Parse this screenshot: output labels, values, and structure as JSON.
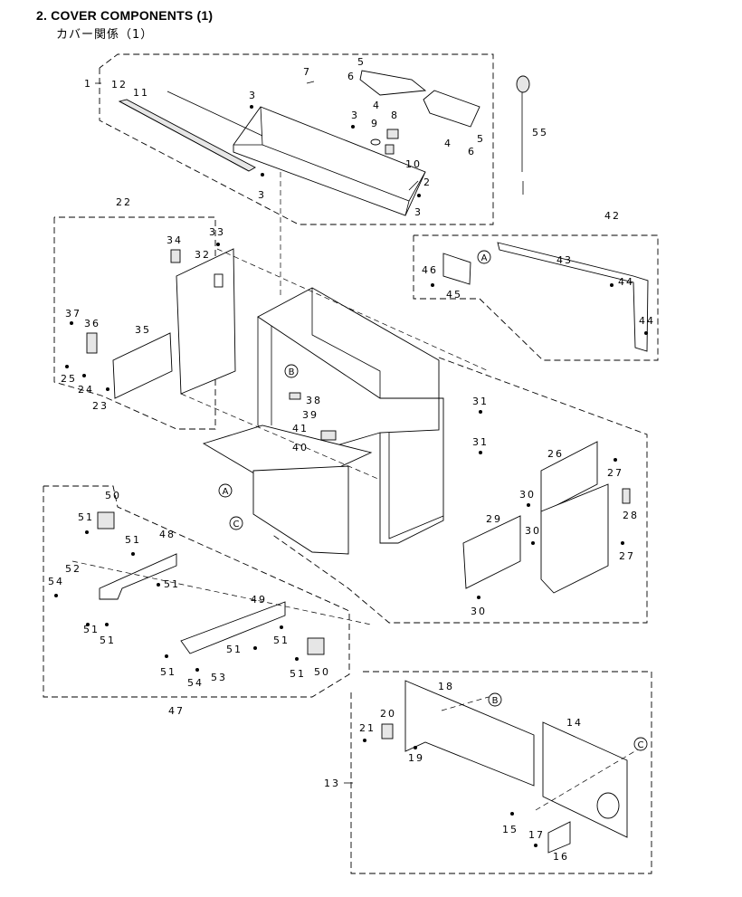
{
  "header": {
    "title": "2.  COVER COMPONENTS (1)",
    "subtitle": "カバー関係（1）"
  },
  "callouts": {
    "c1": "1",
    "c2": "2",
    "c3a": "3",
    "c3b": "3",
    "c3c": "3",
    "c3d": "3",
    "c4a": "4",
    "c4b": "4",
    "c5a": "5",
    "c5b": "5",
    "c6a": "6",
    "c6b": "6",
    "c7": "7",
    "c8": "8",
    "c9": "9",
    "c10": "10",
    "c11": "11",
    "c12": "12",
    "c13": "13",
    "c14": "14",
    "c15": "15",
    "c16": "16",
    "c17": "17",
    "c18": "18",
    "c19": "19",
    "c20": "20",
    "c21": "21",
    "c22": "22",
    "c23": "23",
    "c24": "24",
    "c25": "25",
    "c26": "26",
    "c27a": "27",
    "c27b": "27",
    "c28": "28",
    "c29": "29",
    "c30a": "30",
    "c30b": "30",
    "c30c": "30",
    "c31a": "31",
    "c31b": "31",
    "c32": "32",
    "c33": "33",
    "c34": "34",
    "c35": "35",
    "c36": "36",
    "c37": "37",
    "c38": "38",
    "c39": "39",
    "c40": "40",
    "c41": "41",
    "c42": "42",
    "c43": "43",
    "c44a": "44",
    "c44b": "44",
    "c45": "45",
    "c46": "46",
    "c47": "47",
    "c48": "48",
    "c49": "49",
    "c50a": "50",
    "c50b": "50",
    "c51a": "51",
    "c51b": "51",
    "c51c": "51",
    "c51d": "51",
    "c51e": "51",
    "c51f": "51",
    "c51g": "51",
    "c51h": "51",
    "c52": "52",
    "c53": "53",
    "c54a": "54",
    "c54b": "54",
    "c55": "55"
  },
  "reference_marks": {
    "a1": "A",
    "a2": "A",
    "b1": "B",
    "b2": "B",
    "cc1": "C",
    "cc2": "C"
  }
}
